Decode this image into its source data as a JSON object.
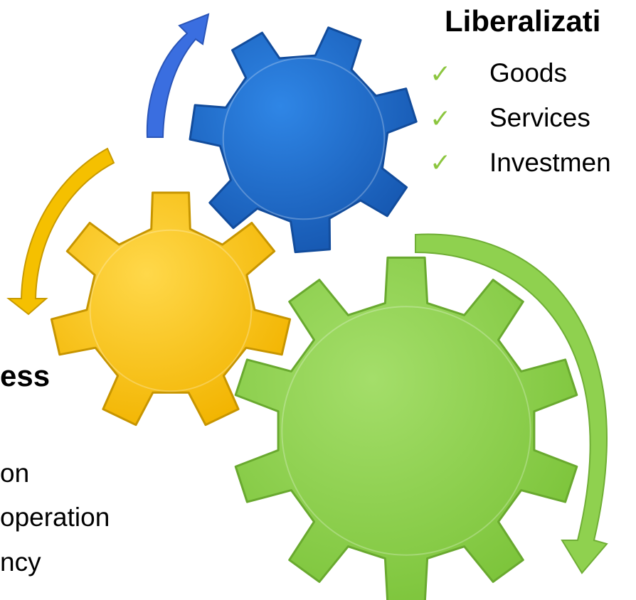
{
  "liberalization": {
    "heading": "Liberalizati",
    "items": [
      "Goods",
      "Services",
      "Investmen"
    ]
  },
  "left_panel": {
    "heading": "ess",
    "items": [
      "on",
      "operation",
      "ncy"
    ]
  },
  "icons": {
    "check": "checkmark-icon",
    "gear_blue": "gear-icon",
    "gear_yellow": "gear-icon",
    "gear_green": "gear-icon",
    "arrow_blue": "curved-arrow-icon",
    "arrow_yellow": "curved-arrow-icon",
    "arrow_green": "curved-arrow-icon"
  },
  "colors": {
    "gear_blue": "#1f6fd0",
    "gear_yellow": "#ffc40c",
    "gear_green": "#8fd14f",
    "arrow_blue": "#3f6fe0",
    "arrow_yellow": "#f5c000",
    "arrow_green": "#8fd14f",
    "check": "#8cc63f"
  },
  "check_mark": "✓"
}
